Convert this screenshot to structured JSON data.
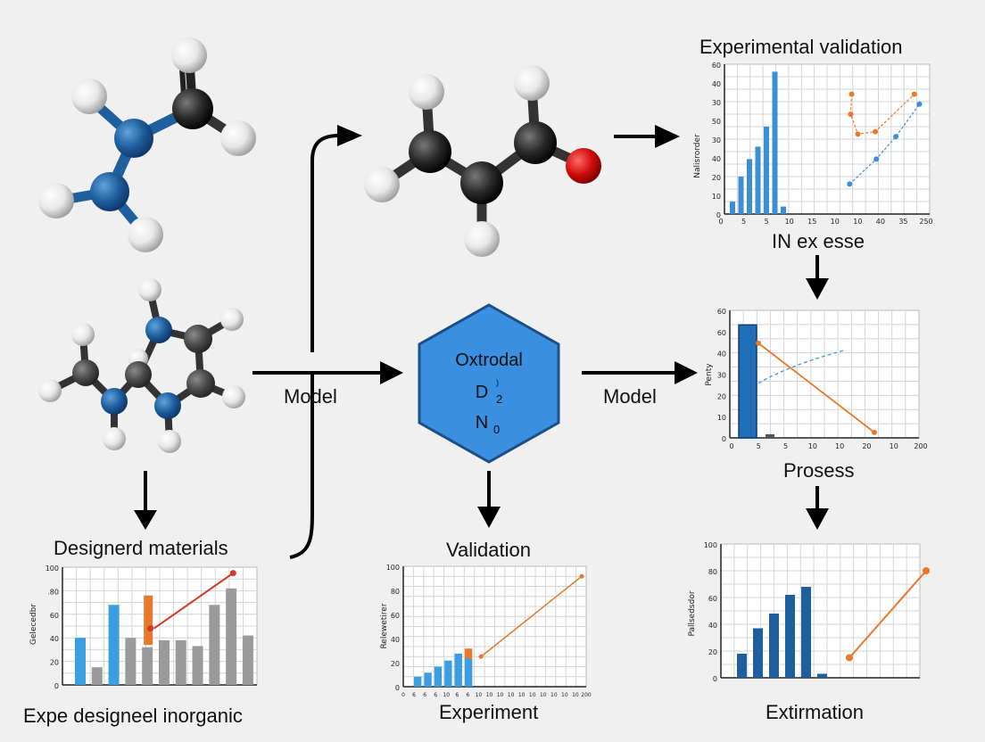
{
  "colors": {
    "background": "#f0f0f0",
    "blue": "#1f5f9e",
    "light_blue": "#3b8fd6",
    "orange": "#e8792b",
    "red": "#d21010",
    "gray": "#9a9a9a",
    "carbon": "#2a2a2a",
    "hexagon": "#3a8fe0"
  },
  "labels": {
    "designed_materials": "Designerd materials",
    "bottom_left": "Expe designeel inorganic",
    "model_left": "Model",
    "model_right": "Model",
    "hexagon_line1": "Oxtrodal",
    "hexagon_line2": "D",
    "hexagon_line2_sub": "2",
    "hexagon_line2_sup": ")",
    "hexagon_line3": "N",
    "hexagon_line3_sub": "0",
    "validation": "Validation",
    "experiment": "Experiment",
    "experimental_validation": "Experimental validation",
    "in_ex_esse": "IN ex esse",
    "prosess": "Prosess",
    "extirmation": "Extirmation"
  },
  "chart_data": [
    {
      "id": "bottom-left",
      "type": "bar",
      "ylabel": "Gelecedbr",
      "yticks": [
        "100",
        ".80",
        "60",
        "40",
        "20",
        "0"
      ],
      "values": [
        40,
        15,
        68,
        40,
        32,
        38,
        38,
        33,
        68,
        82,
        42
      ],
      "colors": [
        "#3b9ee0",
        "#9a9a9a",
        "#3b9ee0",
        "#9a9a9a",
        "#9a9a9a",
        "#9a9a9a",
        "#9a9a9a",
        "#9a9a9a",
        "#9a9a9a",
        "#9a9a9a",
        "#9a9a9a"
      ],
      "highlight": {
        "index": 4,
        "from": 34,
        "to": 76,
        "color": "#e8792b"
      },
      "trend": {
        "from": [
          4.5,
          48
        ],
        "to": [
          9.7,
          95
        ],
        "color": "#d03a2a"
      }
    },
    {
      "id": "bottom-middle",
      "type": "bar",
      "ylabel": "Relewetirer",
      "yticks": [
        "100",
        "80",
        "60",
        "40",
        "20",
        "0"
      ],
      "xticks": [
        "0",
        "6",
        "6",
        "6",
        "10",
        "6",
        "6",
        "10",
        "10",
        "10",
        "10",
        "10",
        "10",
        "10",
        "10",
        "10",
        "10",
        "200"
      ],
      "values": [
        10,
        14,
        20,
        26,
        33,
        28
      ],
      "highlight": {
        "index": 5,
        "from": 28,
        "to": 38,
        "color": "#e8792b"
      },
      "trend": {
        "from": [
          6.6,
          30
        ],
        "to": [
          16.5,
          110
        ],
        "color": "#e8792b"
      }
    },
    {
      "id": "top-right",
      "type": "bar+scatter",
      "ylabel": "Nalisrorder",
      "yticks": [
        "60",
        "40",
        "30",
        "50",
        "30",
        "40",
        "20",
        "10",
        "0"
      ],
      "xticks": [
        "0",
        "5",
        "5",
        "10",
        "15",
        "10",
        "10",
        "40",
        "35",
        "250"
      ],
      "values": [
        5,
        15,
        22,
        27,
        35,
        57,
        3
      ],
      "scatter_orange": [
        [
          6.2,
          48
        ],
        [
          6.15,
          40
        ],
        [
          6.5,
          32
        ],
        [
          7.35,
          33
        ],
        [
          9.25,
          48
        ]
      ],
      "scatter_blue": [
        [
          6.1,
          12
        ],
        [
          7.4,
          22
        ],
        [
          8.35,
          31
        ],
        [
          9.5,
          44
        ]
      ]
    },
    {
      "id": "middle-right",
      "type": "bar+line",
      "ylabel": "Penty",
      "yticks": [
        "60",
        "60",
        "40",
        "30",
        "20",
        "10",
        "0"
      ],
      "xticks": [
        "0",
        "5",
        "5",
        "10",
        "10",
        "20",
        "10",
        "200"
      ],
      "values": [
        62,
        2
      ],
      "line_orange": [
        [
          1,
          52
        ],
        [
          7,
          3
        ]
      ],
      "line_blue_dashed": [
        [
          1,
          30
        ],
        [
          4.5,
          48
        ]
      ]
    },
    {
      "id": "bottom-right",
      "type": "bar+line",
      "ylabel": "Pallsedsdor",
      "yticks": [
        "100",
        "80",
        "60",
        "40",
        "20",
        "0"
      ],
      "values": [
        18,
        37,
        48,
        62,
        68,
        3
      ],
      "line_orange": [
        [
          7,
          15
        ],
        [
          9,
          80
        ]
      ]
    }
  ]
}
